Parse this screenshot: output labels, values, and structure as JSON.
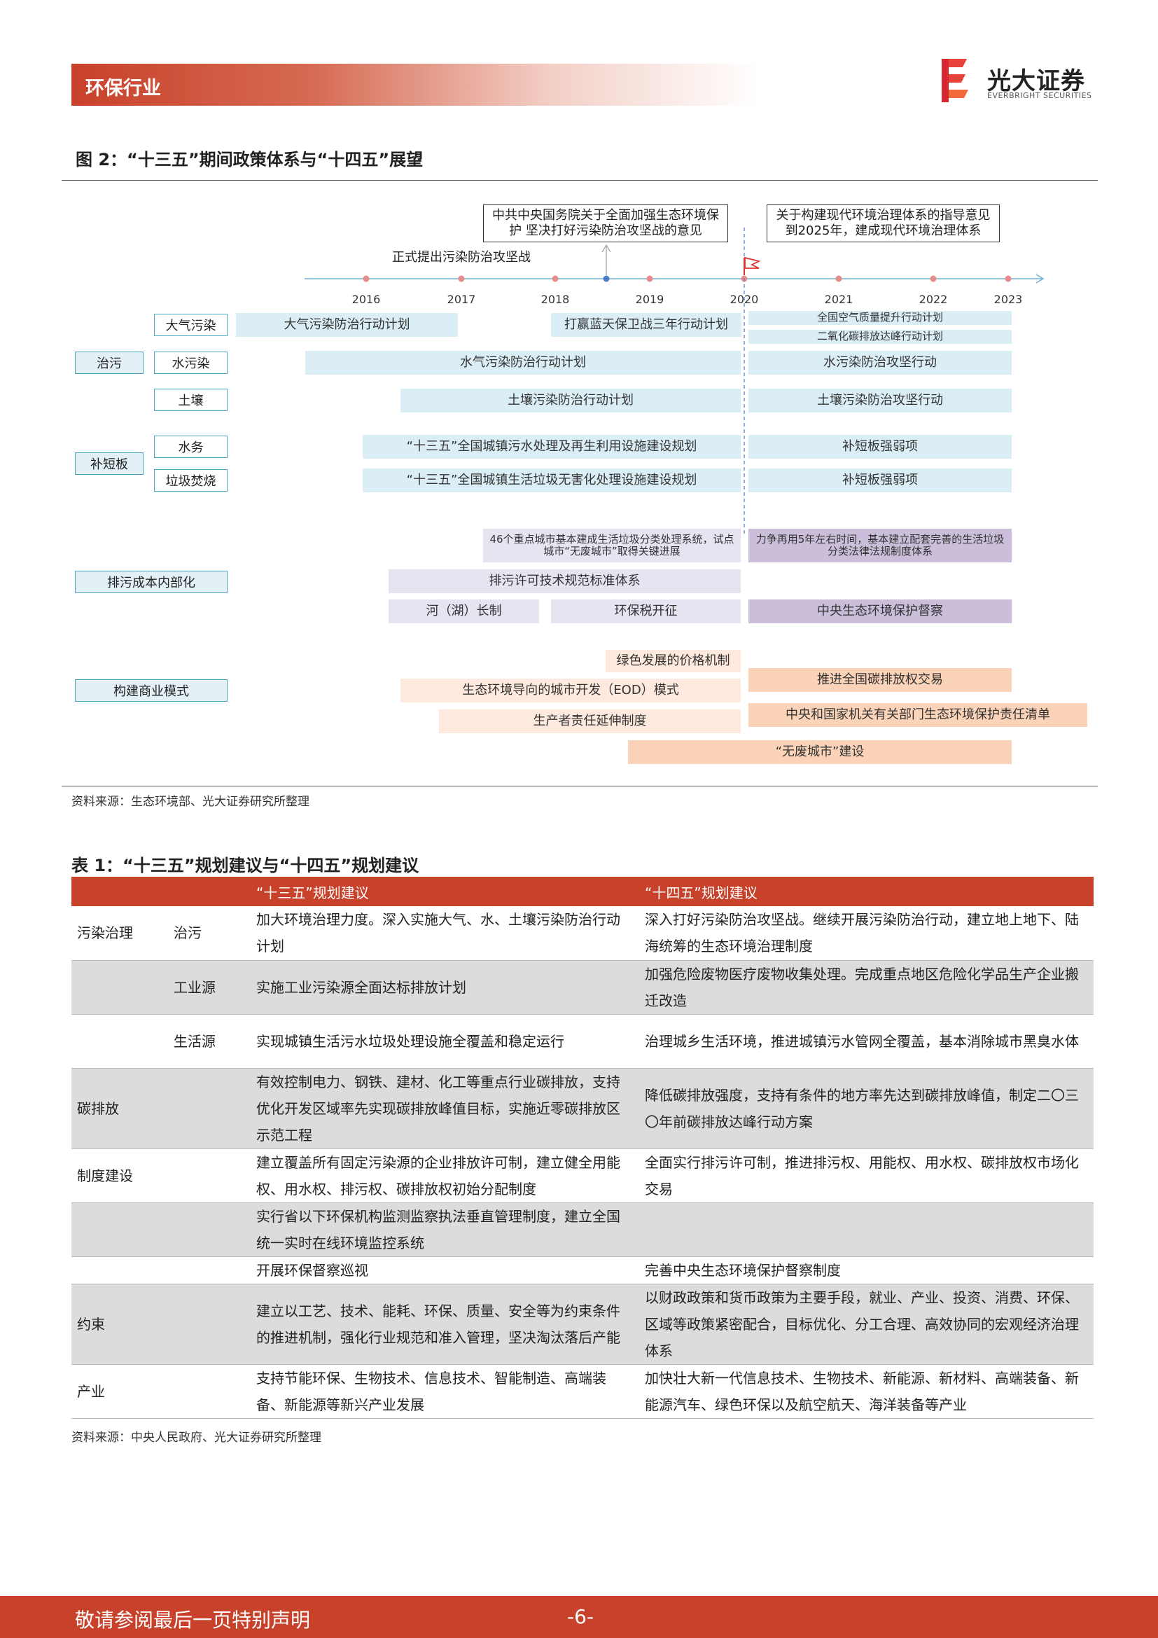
{
  "header": {
    "title": "环保行业",
    "logo_cn": "光大证券",
    "logo_en": "EVERBRIGHT SECURITIES"
  },
  "figure": {
    "caption": "图 2：“十三五”期间政策体系与“十四五”展望",
    "callout_left": "中共中央国务院关于全面加强生态环境保护 坚决打好污染防治攻坚战的意见",
    "callout_right": "关于构建现代环境治理体系的指导意见 到2025年，建成现代环境治理体系",
    "timeline_label": "正式提出污染防治攻坚战",
    "years": [
      "2016",
      "2017",
      "2018",
      "2019",
      "2020",
      "2021",
      "2022",
      "2023"
    ],
    "categories": {
      "pollution": "治污",
      "shortboard": "补短板",
      "cost": "排污成本内部化",
      "business": "构建商业模式"
    },
    "subcategories": {
      "air": "大气污染",
      "water": "水污染",
      "soil": "土壤",
      "waterworks": "水务",
      "waste": "垃圾焚烧"
    },
    "bars": {
      "air_plan": "大气污染防治行动计划",
      "blue_sky": "打赢蓝天保卫战三年行动计划",
      "air_quality": "全国空气质量提升行动计划",
      "co2_peak": "二氧化碳排放达峰行动计划",
      "water_plan": "水气污染防治行动计划",
      "water_battle": "水污染防治攻坚行动",
      "soil_plan": "土壤污染防治行动计划",
      "soil_battle": "土壤污染防治攻坚行动",
      "sewage_plan": "“十三五”全国城镇污水处理及再生利用设施建设规划",
      "short_1": "补短板强弱项",
      "garbage_plan": "“十三五”全国城镇生活垃圾无害化处理设施建设规划",
      "short_2": "补短板强弱项",
      "garbage_sort": "46个重点城市基本建成生活垃圾分类处理系统，试点城市“无废城市”取得关键进展",
      "garbage_law": "力争再用5年左右时间，基本建立配套完善的生活垃圾分类法律法规制度体系",
      "permit_std": "排污许可技术规范标准体系",
      "river_chief": "河（湖）长制",
      "env_tax": "环保税开征",
      "inspection": "中央生态环境保护督察",
      "green_price": "绿色发展的价格机制",
      "eod": "生态环境导向的城市开发（EOD）模式",
      "carbon_trade": "推进全国碳排放权交易",
      "epr": "生产者责任延伸制度",
      "duty_list": "中央和国家机关有关部门生态环境保护责任清单",
      "no_waste": "“无废城市”建设"
    },
    "source": "资料来源：生态环境部、光大证券研究所整理"
  },
  "table": {
    "caption": "表 1：“十三五”规划建议与“十四五”规划建议",
    "headers": [
      "",
      "",
      "“十三五”规划建议",
      "“十四五”规划建议"
    ],
    "rows": [
      {
        "c1": "污染治理",
        "c2": "治污",
        "c3": "加大环境治理力度。深入实施大气、水、土壤污染防治行动计划",
        "c4": "深入打好污染防治攻坚战。继续开展污染防治行动，建立地上地下、陆海统筹的生态环境治理制度"
      },
      {
        "c1": "",
        "c2": "工业源",
        "c3": "实施工业污染源全面达标排放计划",
        "c4": "加强危险废物医疗废物收集处理。完成重点地区危险化学品生产企业搬迁改造"
      },
      {
        "c1": "",
        "c2": "生活源",
        "c3": "实现城镇生活污水垃圾处理设施全覆盖和稳定运行",
        "c4": "治理城乡生活环境，推进城镇污水管网全覆盖，基本消除城市黑臭水体"
      },
      {
        "c1": "碳排放",
        "c2": "",
        "c3": "有效控制电力、钢铁、建材、化工等重点行业碳排放，支持优化开发区域率先实现碳排放峰值目标，实施近零碳排放区示范工程",
        "c4": "降低碳排放强度，支持有条件的地方率先达到碳排放峰值，制定二〇三〇年前碳排放达峰行动方案"
      },
      {
        "c1": "制度建设",
        "c2": "",
        "c3": "建立覆盖所有固定污染源的企业排放许可制，建立健全用能权、用水权、排污权、碳排放权初始分配制度",
        "c4": "全面实行排污许可制，推进排污权、用能权、用水权、碳排放权市场化交易"
      },
      {
        "c1": "",
        "c2": "",
        "c3": "实行省以下环保机构监测监察执法垂直管理制度，建立全国统一实时在线环境监控系统",
        "c4": ""
      },
      {
        "c1": "",
        "c2": "",
        "c3": "开展环保督察巡视",
        "c4": "完善中央生态环境保护督察制度"
      },
      {
        "c1": "约束",
        "c2": "",
        "c3": "建立以工艺、技术、能耗、环保、质量、安全等为约束条件的推进机制，强化行业规范和准入管理，坚决淘汰落后产能",
        "c4": "以财政政策和货币政策为主要手段，就业、产业、投资、消费、环保、区域等政策紧密配合，目标优化、分工合理、高效协同的宏观经济治理体系"
      },
      {
        "c1": "产业",
        "c2": "",
        "c3": "支持节能环保、生物技术、信息技术、智能制造、高端装备、新能源等新兴产业发展",
        "c4": "加快壮大新一代信息技术、生物技术、新能源、新材料、高端装备、新能源汽车、绿色环保以及航空航天、海洋装备等产业"
      }
    ],
    "source": "资料来源：中央人民政府、光大证券研究所整理"
  },
  "footer": {
    "disclaimer": "敬请参阅最后一页特别声明",
    "page": "-6-"
  },
  "colors": {
    "brand_red": "#c8412a",
    "category_border": "#4aa7c6",
    "timeline": "#6fb3d2"
  }
}
